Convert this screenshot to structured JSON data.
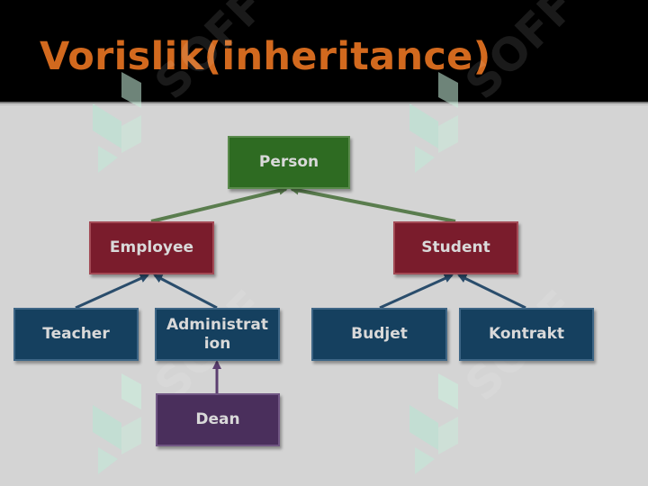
{
  "title": "Vorislik(inheritance)",
  "watermark": "SOFF",
  "diagram": {
    "root": "Person",
    "level1": {
      "employee": "Employee",
      "student": "Student"
    },
    "level2": {
      "teacher": "Teacher",
      "administration": "Administrat ion",
      "budjet": "Budjet",
      "kontrakt": "Kontrakt"
    },
    "level3": {
      "dean": "Dean"
    }
  },
  "colors": {
    "title": "#d2691e",
    "root": "#2e6b22",
    "level1": "#7a1c2c",
    "level2": "#15405f",
    "level3": "#4a2f5c"
  }
}
